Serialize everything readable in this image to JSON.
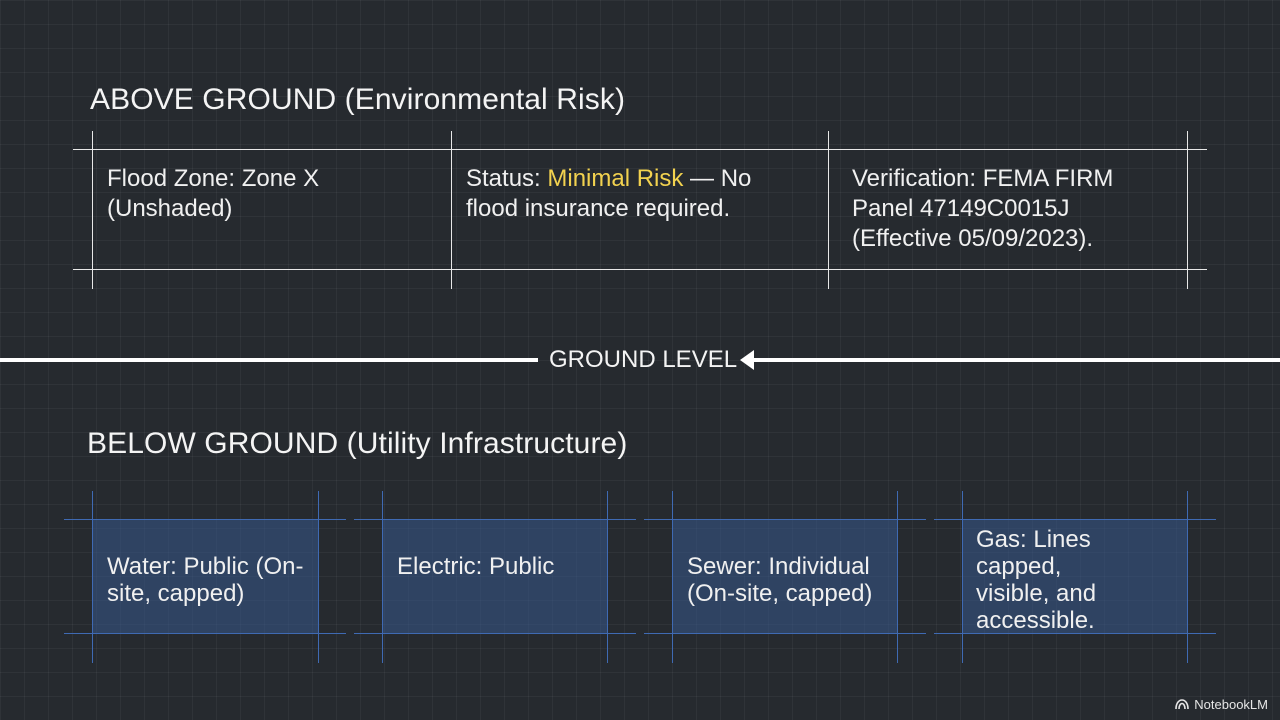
{
  "above": {
    "heading": "ABOVE GROUND (Environmental Risk)",
    "flood_zone": "Flood Zone: Zone X (Unshaded)",
    "status_prefix": "Status: ",
    "status_highlight": "Minimal Risk",
    "status_suffix": " — No flood insurance required.",
    "verification": "Verification: FEMA FIRM Panel 47149C0015J (Effective 05/09/2023)."
  },
  "ground": {
    "label": "GROUND LEVEL"
  },
  "below": {
    "heading": "BELOW GROUND (Utility Infrastructure)",
    "water": "Water: Public (On-site, capped)",
    "electric": "Electric: Public",
    "sewer": "Sewer: Individual (On-site, capped)",
    "gas": "Gas: Lines capped, visible, and accessible."
  },
  "brand": {
    "name": "NotebookLM",
    "icon": "notebooklm-logo-icon"
  },
  "colors": {
    "background": "#262a2f",
    "highlight": "#f2d24f",
    "box_fill": "#2f4b78",
    "box_lines": "#3f6ab3"
  }
}
